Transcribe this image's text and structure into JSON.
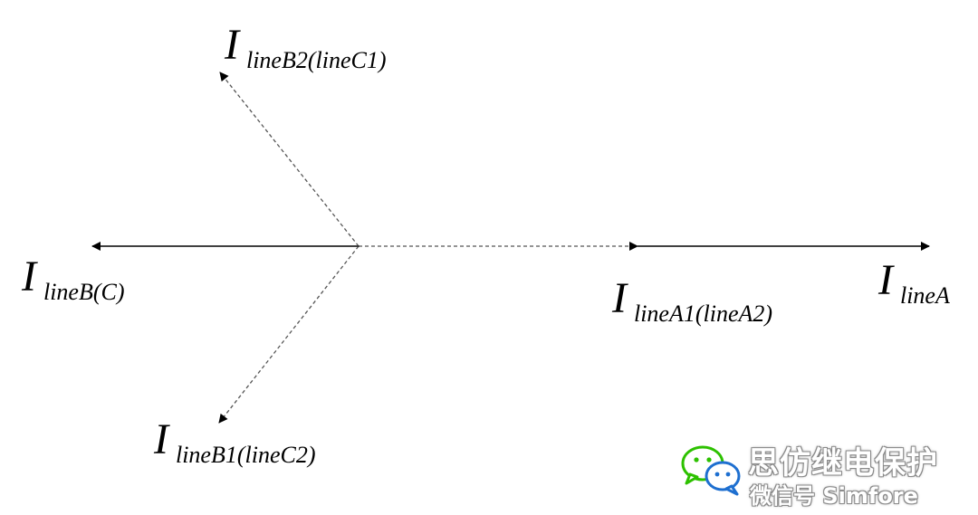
{
  "diagram": {
    "labels": {
      "b2": {
        "main": "I",
        "sub": "lineB2(lineC1)"
      },
      "bc": {
        "main": "I",
        "sub": "lineB(C)"
      },
      "a1": {
        "main": "I",
        "sub": "lineA1(lineA2)"
      },
      "a": {
        "main": "I",
        "sub": "lineA"
      },
      "b1": {
        "main": "I",
        "sub": "lineB1(lineC2)"
      }
    },
    "colors": {
      "stroke": "#000000",
      "dashed_stroke": "#555555"
    }
  },
  "watermark": {
    "title": "思仿继电保护",
    "subtitle": "微信号 Simfore",
    "icon": "wechat-icon",
    "colors": {
      "green": "#2dc100",
      "blue": "#1e6fd0",
      "outline": "#8a8a8a"
    }
  }
}
